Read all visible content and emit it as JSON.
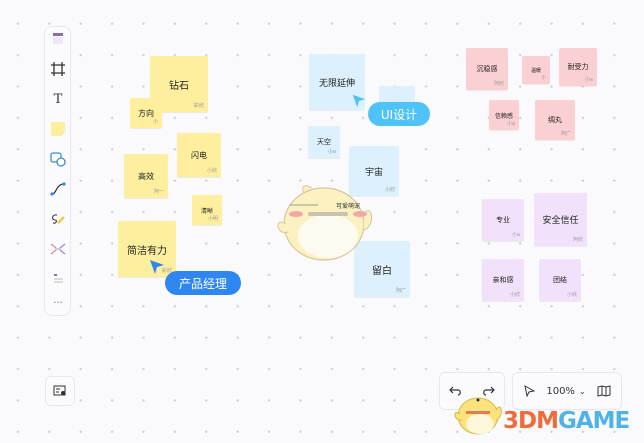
{
  "toolbar": {
    "tools": [
      {
        "name": "template",
        "icon": "template-icon"
      },
      {
        "name": "frame",
        "icon": "frame-icon"
      },
      {
        "name": "text",
        "icon": "text-icon",
        "glyph": "T"
      },
      {
        "name": "sticky-note",
        "icon": "sticky-note-icon"
      },
      {
        "name": "shape",
        "icon": "shape-icon"
      },
      {
        "name": "connector",
        "icon": "connector-icon"
      },
      {
        "name": "pen",
        "icon": "pen-icon"
      },
      {
        "name": "mind-map",
        "icon": "mind-map-icon"
      },
      {
        "name": "list",
        "icon": "list-icon"
      },
      {
        "name": "more",
        "icon": "more-icon",
        "glyph": "···"
      }
    ]
  },
  "notes": {
    "yellow": [
      {
        "text": "钻石",
        "author": "彩欣"
      },
      {
        "text": "方向",
        "author": "小"
      },
      {
        "text": "高效",
        "author": "阿一"
      },
      {
        "text": "闪电",
        "author": "小欣"
      },
      {
        "text": "清晰",
        "author": "小明"
      },
      {
        "text": "简洁有力",
        "author": "彩欣"
      }
    ],
    "blue": [
      {
        "text": "无限延伸",
        "author": ""
      },
      {
        "text": "",
        "author": ""
      },
      {
        "text": "天空",
        "author": "小a"
      },
      {
        "text": "宇宙",
        "author": "小欣"
      },
      {
        "text": "留白",
        "author": "阿广"
      }
    ],
    "pink": [
      {
        "text": "沉稳感",
        "author": "阿欣"
      },
      {
        "text": "温暖",
        "author": "小"
      },
      {
        "text": "耐受力",
        "author": "小a"
      },
      {
        "text": "信赖感",
        "author": "小a"
      },
      {
        "text": "绸丸",
        "author": "阿广"
      }
    ],
    "purple": [
      {
        "text": "专业",
        "author": "小a"
      },
      {
        "text": "安全信任",
        "author": "阿欣"
      },
      {
        "text": "亲和感",
        "author": "小欣"
      },
      {
        "text": "团结",
        "author": "小欣"
      }
    ]
  },
  "cursors": [
    {
      "label": "产品经理",
      "color": "#2f86f0"
    },
    {
      "label": "UI设计",
      "color": "#4fc3f7"
    }
  ],
  "mascot_label": "可爱萌宠",
  "bottom_left": {
    "icon": "settings-card-icon"
  },
  "history": {
    "undo_icon": "undo-icon",
    "redo_icon": "redo-icon"
  },
  "view": {
    "pointer_icon": "pointer-icon",
    "zoom": "100%",
    "zoom_chevron": "⌄",
    "map_icon": "map-icon"
  },
  "watermark": {
    "part1": "3DM",
    "part2": "GAME"
  },
  "colors": {
    "yellow": "#fdef9e",
    "blue": "#dcf1fd",
    "pink": "#fbd0d3",
    "purple": "#f2e1fb",
    "pm_badge": "#2f86f0",
    "ui_badge": "#4fc3f7"
  }
}
